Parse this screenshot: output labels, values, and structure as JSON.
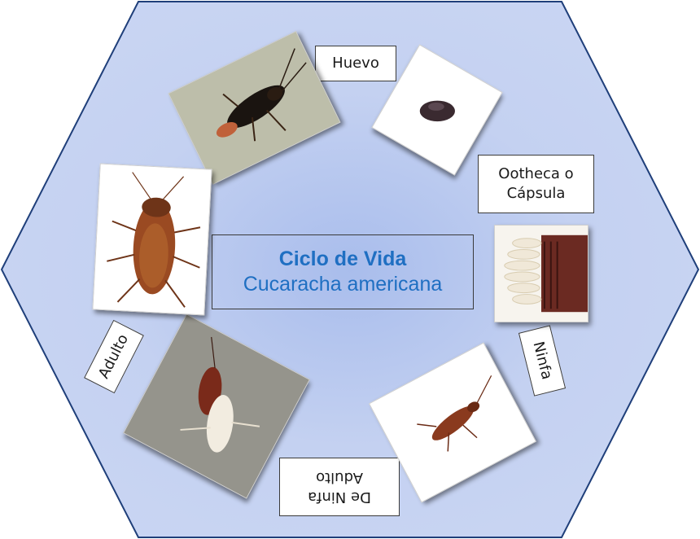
{
  "diagram": {
    "title": "Ciclo de Vida",
    "subtitle": "Cucaracha americana",
    "stages": {
      "huevo": "Huevo",
      "ootheca_line1": "Ootheca o",
      "ootheca_line2": "Cápsula",
      "ninfa": "Ninfa",
      "de_ninfa_line1": "De Ninfa",
      "de_ninfa_line2": "Adulto",
      "adulto": "Adulto"
    }
  },
  "colors": {
    "hexagon_center": "#cfdaf4",
    "hexagon_edge": "#b9c7ec",
    "hexagon_border": "#1f3f7a",
    "title_text": "#1f6fc2"
  },
  "icons": {
    "egg_capsule": "ootheca-photo",
    "nymphs": "hatching-nymphs-photo",
    "nymph": "nymph-photo",
    "molting": "molting-adult-photo",
    "adult": "adult-cockroach-photo",
    "female_with_ootheca": "female-with-egg-case-photo"
  }
}
